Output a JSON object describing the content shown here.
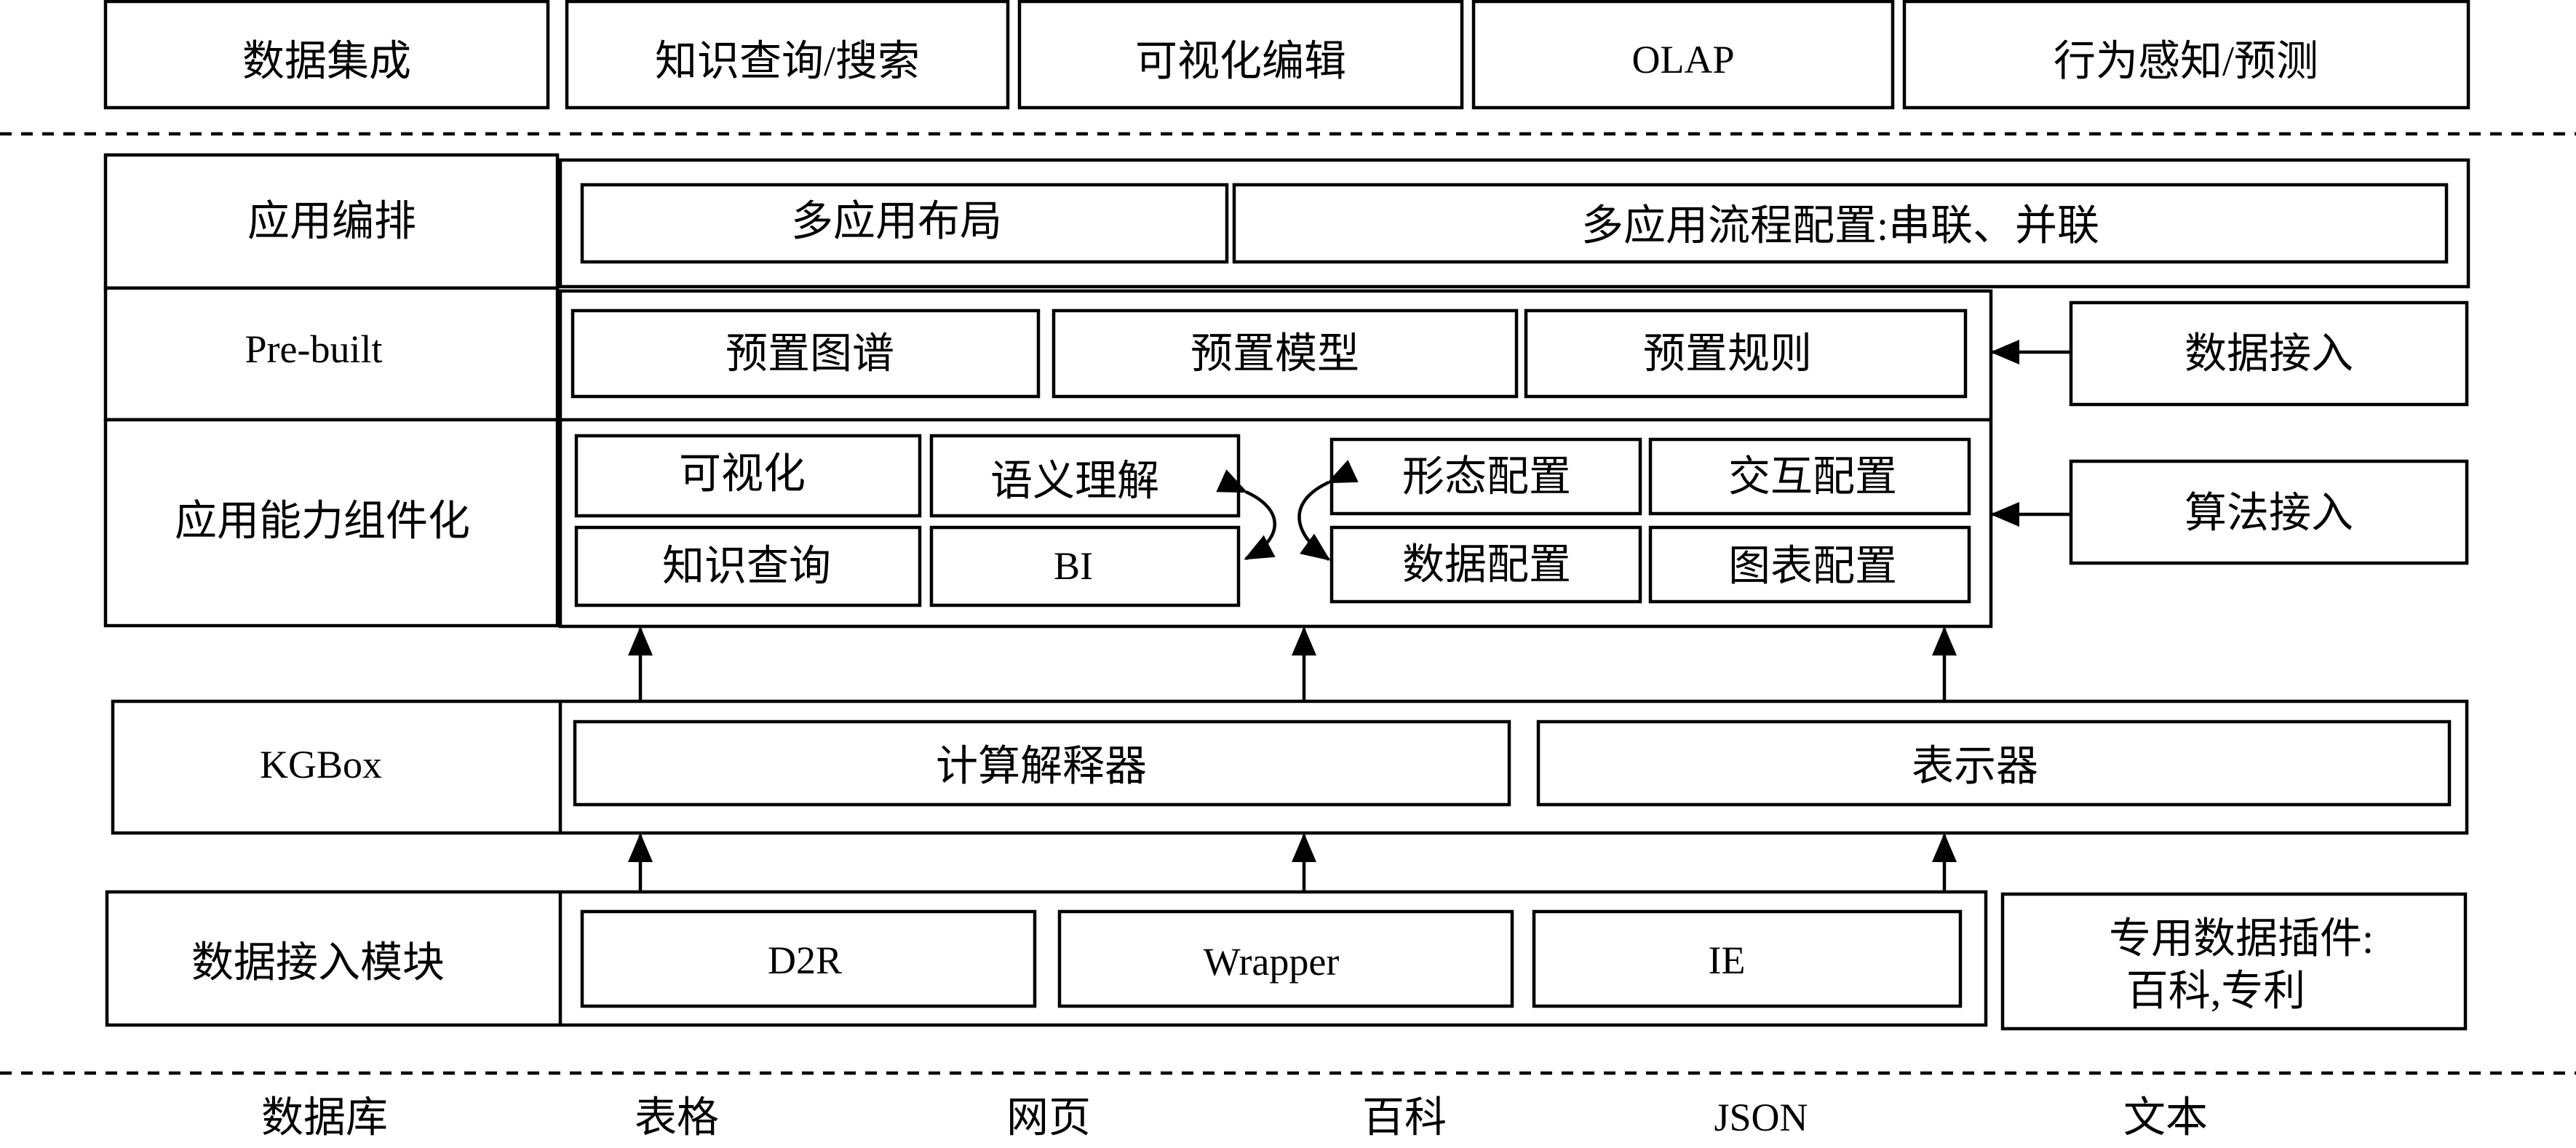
{
  "top_bar": [
    "数据集成",
    "知识查询/搜索",
    "可视化编辑",
    "OLAP",
    "行为感知/预测"
  ],
  "layers": {
    "orchestration": {
      "label": "应用编排",
      "items": [
        "多应用布局",
        "多应用流程配置:串联、并联"
      ]
    },
    "prebuilt": {
      "label": "Pre-built",
      "items": [
        "预置图谱",
        "预置模型",
        "预置规则"
      ]
    },
    "components": {
      "label": "应用能力组件化",
      "left_items": [
        "可视化",
        "语义理解",
        "知识查询",
        "BI"
      ],
      "right_items": [
        "形态配置",
        "交互配置",
        "数据配置",
        "图表配置"
      ]
    },
    "kgbox": {
      "label": "KGBox",
      "items": [
        "计算解释器",
        "表示器"
      ]
    },
    "data_access": {
      "label": "数据接入模块",
      "items": [
        "D2R",
        "Wrapper",
        "IE"
      ],
      "plugin": [
        "专用数据插件:",
        "百科,专利"
      ]
    }
  },
  "side_inputs": [
    "数据接入",
    "算法接入"
  ],
  "sources": [
    "数据库",
    "表格",
    "网页",
    "百科",
    "JSON",
    "文本"
  ],
  "colors": {
    "stroke": "#000000",
    "background": "#ffffff"
  }
}
